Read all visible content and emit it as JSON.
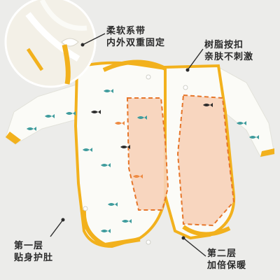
{
  "callouts": {
    "ties": {
      "line1": "柔软系带",
      "line2": "内外双重固定"
    },
    "snap": {
      "line1": "树脂按扣",
      "line2": "亲肤不刺激"
    },
    "layer1": {
      "line1": "第一层",
      "line2": "贴身护肚"
    },
    "layer2": {
      "line1": "第二层",
      "line2": "加倍保暖"
    }
  },
  "colors": {
    "background": "#ececea",
    "trim": "#f2b11d",
    "dash": "#e6762a",
    "inner_layer": "#f7d2b8",
    "fabric": "#fbfbf7",
    "fish_teal": "#3f9c9d",
    "fish_orange": "#ee8b43",
    "fish_dark": "#2c2c2c"
  }
}
